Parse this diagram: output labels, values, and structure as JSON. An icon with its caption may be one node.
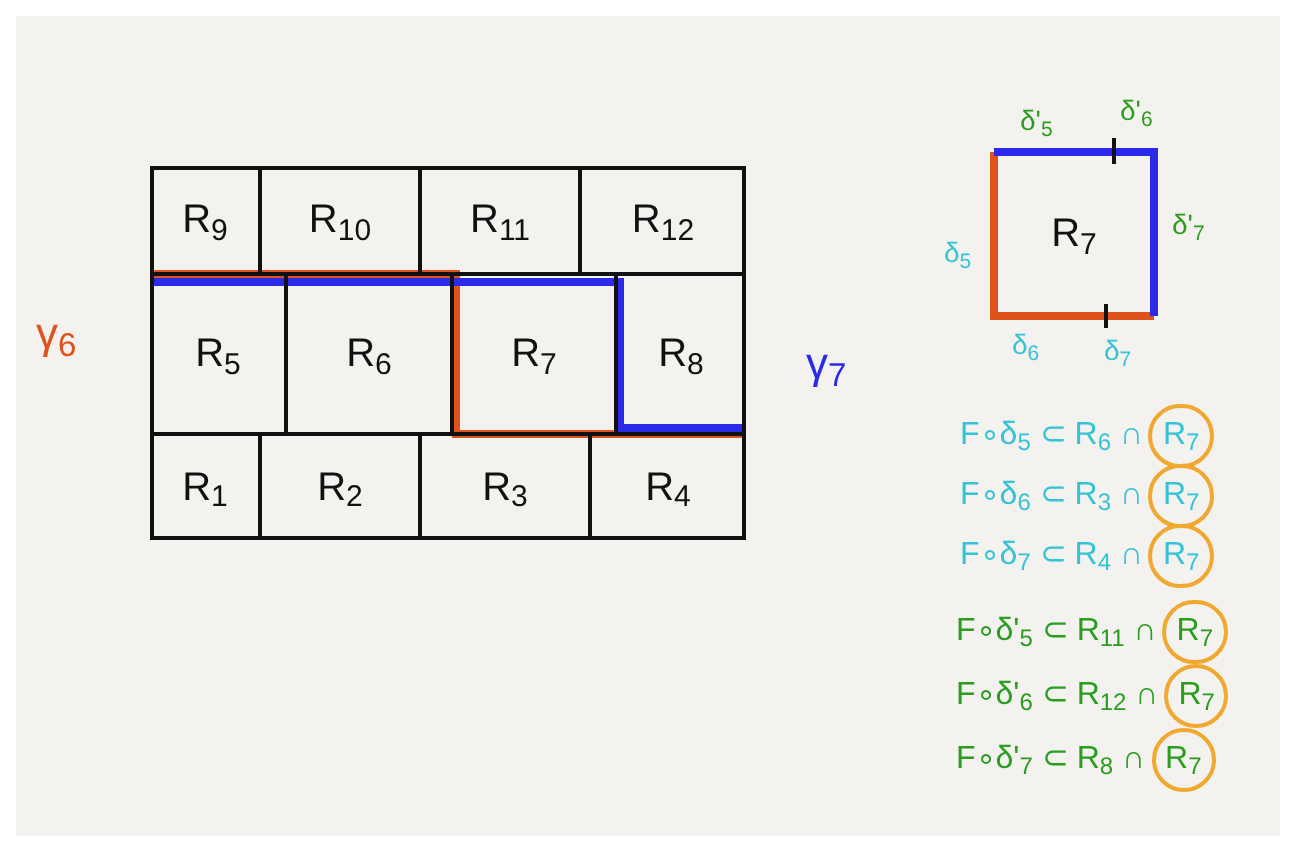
{
  "diagram": {
    "nodes": [
      {
        "text": [
          "R$_{9}$"
        ]
      },
      {
        "text": [
          "R$_{10}$"
        ]
      },
      {
        "text": [
          "R$_{11}$"
        ]
      },
      {
        "text": [
          "R$_{12}$"
        ]
      },
      {
        "text": [
          "R$_{5}$"
        ]
      },
      {
        "text": [
          "R$_{6}$"
        ]
      },
      {
        "text": [
          "R$_{7}$"
        ]
      },
      {
        "text": [
          "R$_{8}$"
        ]
      },
      {
        "text": [
          "R$_{1}$"
        ]
      },
      {
        "text": [
          "R$_{2}$"
        ]
      },
      {
        "text": [
          "R$_{3}$"
        ]
      },
      {
        "text": [
          "R$_{4}$"
        ]
      },
      {
        "text": [
          "R$_{7}$"
        ]
      }
    ],
    "labels": [
      "γ$_{6}$",
      "γ$_{7}$",
      "δ'$_{5}$",
      "δ'$_{6}$",
      "δ$_{5}$",
      "δ'$_{7}$",
      "δ$_{6}$",
      "δ$_{7}$",
      "F∘δ$_{5}$ ⊂ R$_{6}$ ∩",
      "R$_{7}$",
      "F∘δ$_{6}$ ⊂ R$_{3}$ ∩",
      "R$_{7}$",
      "F∘δ$_{7}$ ⊂ R$_{4}$ ∩",
      "R$_{7}$",
      "F∘δ'$_{5}$ ⊂ R$_{11}$ ∩",
      "R$_{7}$",
      "F∘δ'$_{6}$ ⊂ R$_{12}$ ∩",
      "R$_{7}$",
      "F∘δ'$_{7}$ ⊂ R$_{8}$ ∩",
      "R$_{7}$"
    ]
  }
}
